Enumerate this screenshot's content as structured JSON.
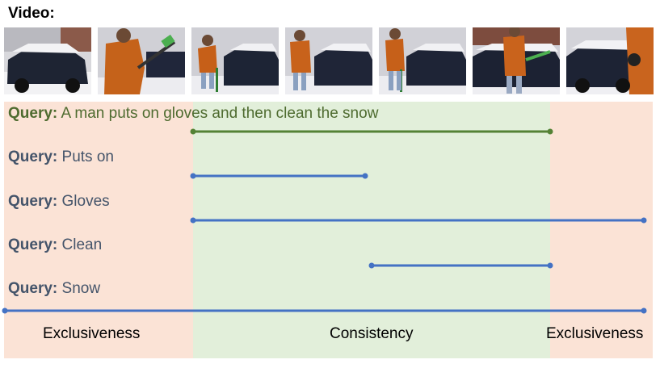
{
  "video_label": "Video:",
  "colors": {
    "exclusive_bg": "#fbe3d6",
    "consistent_bg": "#e2efda",
    "main_line": "#548235",
    "query_line": "#4472c4"
  },
  "queries": [
    {
      "prefix": "Query:",
      "text": "A man puts on gloves and then clean the snow",
      "kind": "main"
    },
    {
      "prefix": "Query:",
      "text": "Puts on",
      "kind": "word"
    },
    {
      "prefix": "Query:",
      "text": "Gloves",
      "kind": "word"
    },
    {
      "prefix": "Query:",
      "text": "Clean",
      "kind": "word"
    },
    {
      "prefix": "Query:",
      "text": "Snow",
      "kind": "word"
    }
  ],
  "regions": {
    "left": "Exclusiveness",
    "middle": "Consistency",
    "right": "Exclusiveness"
  },
  "frames_count": 7
}
